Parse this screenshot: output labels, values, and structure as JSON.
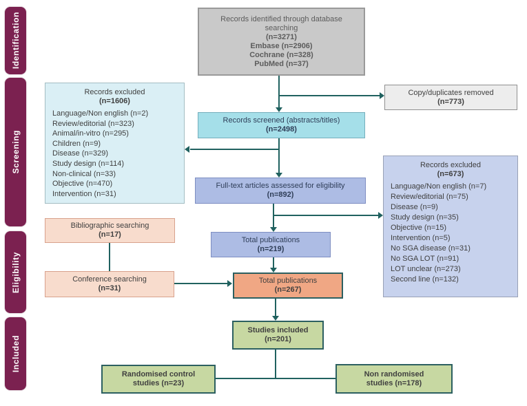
{
  "colors": {
    "maroon": "#7b2150",
    "line": "#20615f",
    "gray-fill": "#c9c9c9",
    "gray-border": "#999999",
    "ltgray-fill": "#ededed",
    "ltgray-border": "#8f8f8f",
    "cyan-fill": "#a5dfe9",
    "cyan-border": "#74aebc",
    "ltcyan-fill": "#daeff5",
    "ltcyan-border": "#a3bcc2",
    "blue-fill": "#adbce4",
    "blue-border": "#7d8dc1",
    "ltblue-fill": "#c7d2ed",
    "ltblue-border": "#98a0b5",
    "pink-fill": "#f8dccd",
    "pink-border": "#d8a18c",
    "salmon-fill": "#f0a784",
    "teal-border": "#2b5f60",
    "green-fill": "#c7d8a2"
  },
  "sidebar": {
    "stages": [
      {
        "label": "Identification"
      },
      {
        "label": "Screening"
      },
      {
        "label": "Eligibility"
      },
      {
        "label": "Included"
      }
    ]
  },
  "nodes": {
    "identified": {
      "line1": "Records identified through database",
      "line2": "searching",
      "n": "(n=3271)",
      "sources": [
        "Embase (n=2906)",
        "Cochrane (n=328)",
        "PubMed (n=37)"
      ]
    },
    "duplicates": {
      "title": "Copy/duplicates removed",
      "n": "(n=773)"
    },
    "screened": {
      "title": "Records screened (abstracts/titles)",
      "n": "(n=2498)"
    },
    "excluded_screening": {
      "title": "Records excluded",
      "n": "(n=1606)",
      "items": [
        "Language/Non english (n=2)",
        "Review/editorial (n=323)",
        "Animal/in-vitro (n=295)",
        "Children (n=9)",
        "Disease (n=329)",
        "Study design (n=114)",
        "Non-clinical (n=33)",
        "Objective (n=470)",
        "Intervention (n=31)"
      ]
    },
    "fulltext": {
      "title": "Full-text articles assessed for eligibility",
      "n": "(n=892)"
    },
    "excluded_eligibility": {
      "title": "Records excluded",
      "n": "(n=673)",
      "items": [
        "Language/Non english (n=7)",
        "Review/editorial (n=75)",
        "Disease (n=9)",
        "Study design (n=35)",
        "Objective (n=15)",
        "Intervention (n=5)",
        "No SGA disease (n=31)",
        "No SGA LOT (n=91)",
        "LOT unclear (n=273)",
        "Second line (n=132)"
      ]
    },
    "total_publications_1": {
      "title": "Total publications",
      "n": "(n=219)"
    },
    "bibliographic": {
      "title": "Bibliographic searching",
      "n": "(n=17)"
    },
    "conference": {
      "title": "Conference searching",
      "n": "(n=31)"
    },
    "total_publications_2": {
      "title": "Total publications",
      "n": "(n=267)"
    },
    "studies_included": {
      "title": "Studies included",
      "n": "(n=201)"
    },
    "randomised": {
      "line1": "Randomised control",
      "line2": "studies (n=23)"
    },
    "non_randomised": {
      "line1": "Non randomised",
      "line2": "studies (n=178)"
    }
  }
}
